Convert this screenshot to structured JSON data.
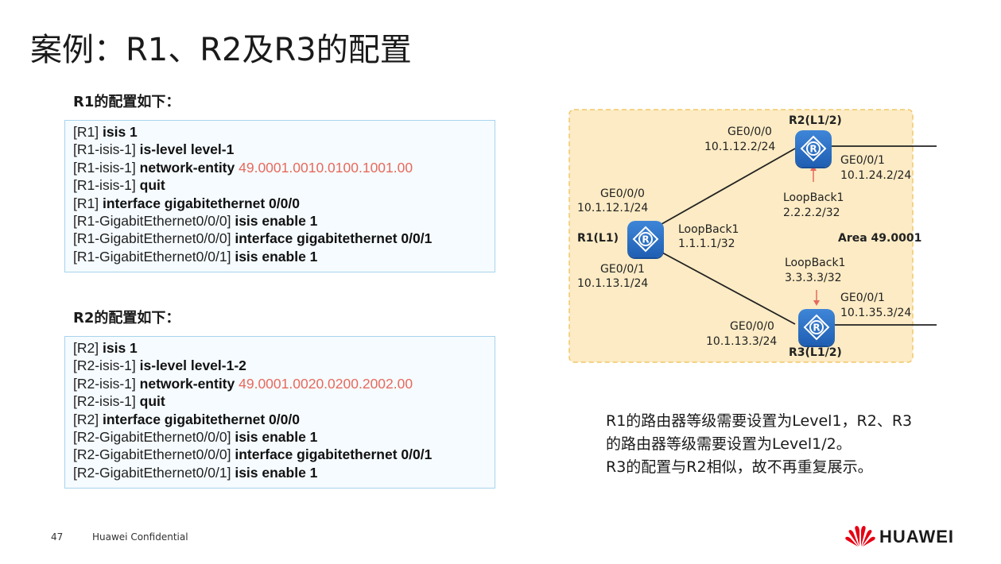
{
  "title": "案例：R1、R2及R3的配置",
  "r1_section": {
    "heading": "R1的配置如下：",
    "lines": [
      {
        "prompt": "[R1]",
        "cmd": "isis 1",
        "value": ""
      },
      {
        "prompt": "[R1-isis-1]",
        "cmd": "is-level level-1",
        "value": ""
      },
      {
        "prompt": "[R1-isis-1]",
        "cmd": "network-entity",
        "value": "49.0001.0010.0100.1001.00"
      },
      {
        "prompt": "[R1-isis-1]",
        "cmd": "quit",
        "value": ""
      },
      {
        "prompt": "[R1]",
        "cmd": "interface gigabitethernet 0/0/0",
        "value": ""
      },
      {
        "prompt": "[R1-GigabitEthernet0/0/0]",
        "cmd": "isis enable 1",
        "value": ""
      },
      {
        "prompt": "[R1-GigabitEthernet0/0/0]",
        "cmd": "interface gigabitethernet 0/0/1",
        "value": ""
      },
      {
        "prompt": "[R1-GigabitEthernet0/0/1]",
        "cmd": "isis enable 1",
        "value": ""
      }
    ]
  },
  "r2_section": {
    "heading": "R2的配置如下：",
    "lines": [
      {
        "prompt": "[R2]",
        "cmd": "isis 1",
        "value": ""
      },
      {
        "prompt": "[R2-isis-1]",
        "cmd": "is-level level-1-2",
        "value": ""
      },
      {
        "prompt": "[R2-isis-1]",
        "cmd": "network-entity",
        "value": "49.0001.0020.0200.2002.00"
      },
      {
        "prompt": "[R2-isis-1]",
        "cmd": "quit",
        "value": ""
      },
      {
        "prompt": "[R2]",
        "cmd": "interface gigabitethernet 0/0/0",
        "value": ""
      },
      {
        "prompt": "[R2-GigabitEthernet0/0/0]",
        "cmd": "isis enable 1",
        "value": ""
      },
      {
        "prompt": "[R2-GigabitEthernet0/0/0]",
        "cmd": "interface gigabitethernet 0/0/1",
        "value": ""
      },
      {
        "prompt": "[R2-GigabitEthernet0/0/1]",
        "cmd": "isis enable 1",
        "value": ""
      }
    ]
  },
  "diagram": {
    "area_label": "Area 49.0001",
    "r1": {
      "name": "R1(L1)",
      "if0_name": "GE0/0/0",
      "if0_ip": "10.1.12.1/24",
      "if1_name": "GE0/0/1",
      "if1_ip": "10.1.13.1/24",
      "loopback_name": "LoopBack1",
      "loopback_ip": "1.1.1.1/32"
    },
    "r2": {
      "name": "R2(L1/2)",
      "if0_name": "GE0/0/0",
      "if0_ip": "10.1.12.2/24",
      "if1_name": "GE0/0/1",
      "if1_ip": "10.1.24.2/24",
      "loopback_name": "LoopBack1",
      "loopback_ip": "2.2.2.2/32"
    },
    "r3": {
      "name": "R3(L1/2)",
      "if0_name": "GE0/0/0",
      "if0_ip": "10.1.13.3/24",
      "if1_name": "GE0/0/1",
      "if1_ip": "10.1.35.3/24",
      "loopback_name": "LoopBack1",
      "loopback_ip": "3.3.3.3/32"
    },
    "colors": {
      "area_fill": "#fcebc4",
      "area_border": "#f2c76a",
      "router": "#2c6fc6",
      "loopback_arrow": "#e8695c"
    }
  },
  "description": [
    "R1的路由器等级需要设置为Level1，R2、R3",
    "的路由器等级需要设置为Level1/2。",
    "R3的配置与R2相似，故不再重复展示。"
  ],
  "footer": {
    "page": "47",
    "confidential": "Huawei Confidential",
    "brand": "HUAWEI"
  },
  "icons": {
    "router": "router-icon",
    "logo": "huawei-logo-icon"
  }
}
